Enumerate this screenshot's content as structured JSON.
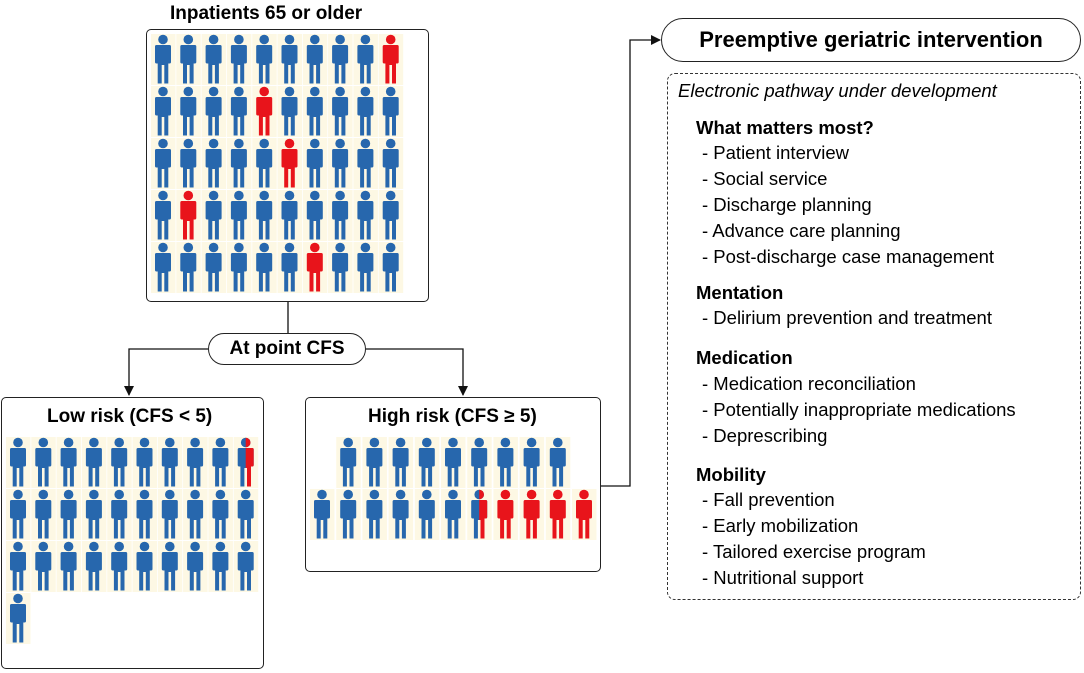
{
  "inpatients": {
    "title": "Inpatients 65 or older",
    "rows": 5,
    "cols": 10,
    "red_positions": [
      [
        0,
        9
      ],
      [
        1,
        4
      ],
      [
        2,
        5
      ],
      [
        3,
        1
      ],
      [
        4,
        6
      ]
    ]
  },
  "at_point": {
    "label": "At point CFS"
  },
  "low_risk": {
    "title": "Low risk (CFS < 5)"
  },
  "high_risk": {
    "title": "High risk (CFS ≥ 5)"
  },
  "intervention": {
    "title": "Preemptive geriatric intervention"
  },
  "pathway": {
    "title": "Electronic pathway under development",
    "sections": [
      {
        "heading": "What matters most?",
        "items": [
          "- Patient interview",
          "- Social service",
          "- Discharge planning",
          "- Advance  care planning",
          "- Post-discharge case management"
        ]
      },
      {
        "heading": "Mentation",
        "items": [
          "- Delirium prevention and treatment"
        ]
      },
      {
        "heading": "Medication",
        "items": [
          "- Medication reconciliation",
          "- Potentially inappropriate medications",
          "- Deprescribing"
        ]
      },
      {
        "heading": "Mobility",
        "items": [
          "- Fall prevention",
          "- Early mobilization",
          "- Tailored exercise program",
          "- Nutritional support"
        ]
      }
    ]
  },
  "colors": {
    "blue": "#2767ad",
    "red": "#e8141b",
    "cell_bg": "#fdf8e4"
  }
}
